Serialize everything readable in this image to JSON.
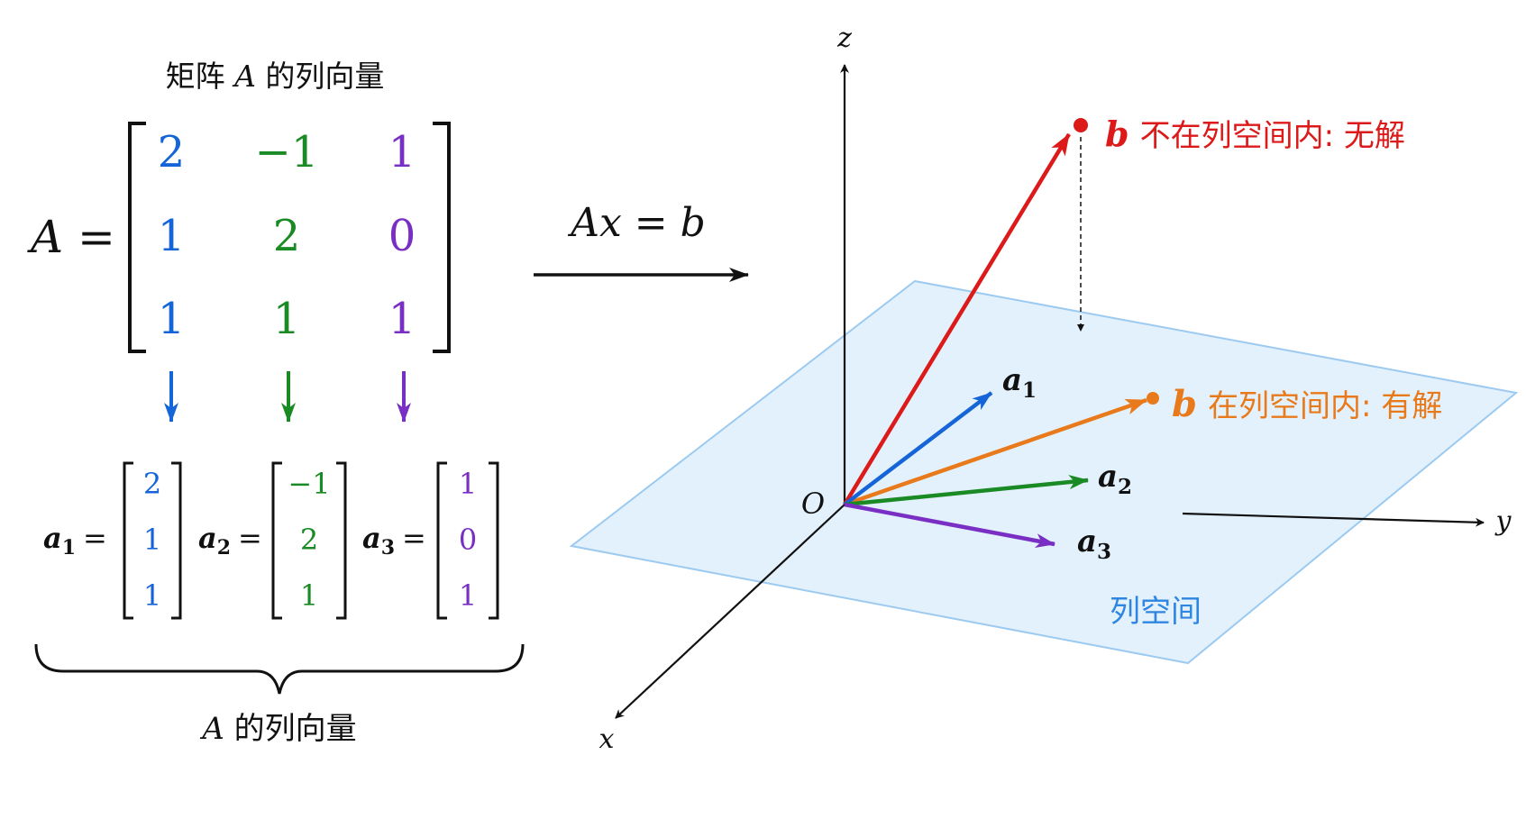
{
  "colors": {
    "blue": "#1565d8",
    "green": "#1a8a25",
    "purple": "#7a2fc4",
    "red": "#dc1a1a",
    "orange": "#e87a1c",
    "plane_fill": "#e3f1fc",
    "plane_stroke": "#9ccaf0",
    "plane_label": "#2f86e0",
    "black": "#111111"
  },
  "matrix": {
    "title": "矩阵 A 的列向量",
    "title_pre": "矩阵 ",
    "title_var": "A",
    "title_post": " 的列向量",
    "lhs": "A =",
    "rows": [
      [
        "2",
        "−1",
        "1"
      ],
      [
        "1",
        "2",
        "0"
      ],
      [
        "1",
        "1",
        "1"
      ]
    ]
  },
  "columns": {
    "labels": [
      {
        "base": "a",
        "sub": "1",
        "eq": "="
      },
      {
        "base": "a",
        "sub": "2",
        "eq": "="
      },
      {
        "base": "a",
        "sub": "3",
        "eq": "="
      }
    ],
    "vectors": [
      [
        "2",
        "1",
        "1"
      ],
      [
        "−1",
        "2",
        "1"
      ],
      [
        "1",
        "0",
        "1"
      ]
    ]
  },
  "brace_label": {
    "var": "A",
    "text": " 的列向量"
  },
  "equation": "Ax = b",
  "axes": {
    "x": "x",
    "y": "y",
    "z": "z",
    "origin": "O"
  },
  "plane_label": "列空间",
  "vectors3d": {
    "a1": {
      "base": "a",
      "sub": "1"
    },
    "a2": {
      "base": "a",
      "sub": "2"
    },
    "a3": {
      "base": "a",
      "sub": "3"
    },
    "b_out": {
      "base": "b",
      "text": "不在列空间内: 无解"
    },
    "b_in": {
      "base": "b",
      "text": "在列空间内: 有解"
    }
  }
}
